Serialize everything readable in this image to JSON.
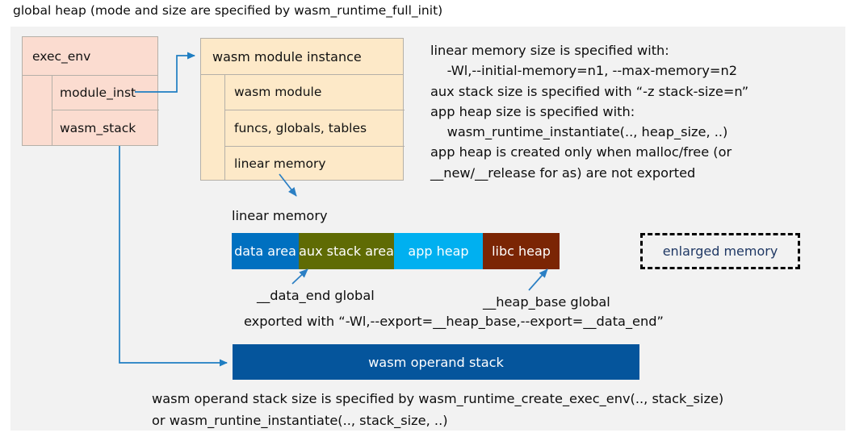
{
  "title": "global heap (mode and size are specified by wasm_runtime_full_init)",
  "exec_env": {
    "header": "exec_env",
    "fields": [
      {
        "label": "module_inst"
      },
      {
        "label": "wasm_stack"
      }
    ]
  },
  "module_instance": {
    "header": "wasm module instance",
    "rows": [
      {
        "label": "wasm module"
      },
      {
        "label": "funcs, globals, tables"
      },
      {
        "label": "linear memory"
      }
    ]
  },
  "notes": {
    "text": "linear memory size is specified with:\n    -Wl,--initial-memory=n1, --max-memory=n2\naux stack size is specified with “-z stack-size=n”\napp heap size is specified with:\n    wasm_runtime_instantiate(.., heap_size, ..)\napp heap is created only when malloc/free (or\n__new/__release for as) are not exported"
  },
  "linear_memory": {
    "label": "linear memory",
    "segments": [
      {
        "name": "data area",
        "color": "#0070c0",
        "text_color": "#ffffff"
      },
      {
        "name": "aux stack area",
        "color": "#5f6b04",
        "text_color": "#ffffff"
      },
      {
        "name": "app heap",
        "color": "#00b0f0",
        "text_color": "#ffffff"
      },
      {
        "name": "libc heap",
        "color": "#7b2504",
        "text_color": "#ffffff"
      },
      {
        "name": "enlarged memory",
        "color": "#f2f2f2",
        "text_color": "#1f3864"
      }
    ]
  },
  "annotations": {
    "data_end": "__data_end global",
    "heap_base": "__heap_base global",
    "exported": "exported with “-Wl,--export=__heap_base,--export=__data_end”"
  },
  "operand_stack": {
    "label": "wasm operand stack",
    "color": "#05559c"
  },
  "bottom_note": {
    "text": "wasm operand stack size is specified by wasm_runtime_create_exec_env(.., stack_size)\nor wasm_runtine_instantiate(.., stack_size, ..)"
  },
  "colors": {
    "panel_background": "#f2f2f2",
    "exec_env_fill": "#fbdcd0",
    "module_instance_fill": "#fde9c8",
    "arrow": "#1f7ec2",
    "border": "#b5b0a8"
  }
}
